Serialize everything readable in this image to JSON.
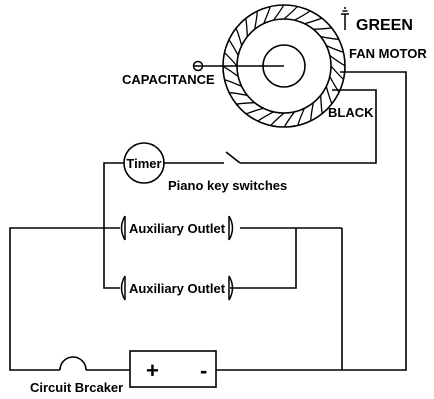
{
  "labels": {
    "green": "GREEN",
    "fan_motor": "FAN MOTOR",
    "capacitance": "CAPACITANCE",
    "black": "BLACK",
    "timer": "Timer",
    "piano_key_switches": "Piano key switches",
    "auxiliary_outlet_1": "Auxiliary Outlet",
    "auxiliary_outlet_2": "Auxiliary Outlet",
    "circuit_breaker": "Circuit Brcaker",
    "plus": "+",
    "minus": "-"
  },
  "colors": {
    "stroke": "#000000",
    "background": "#ffffff"
  },
  "icons": {
    "ground": "ground-symbol-icon",
    "capacitor": "capacitor-terminal-icon",
    "fan": "fan-motor-icon"
  }
}
